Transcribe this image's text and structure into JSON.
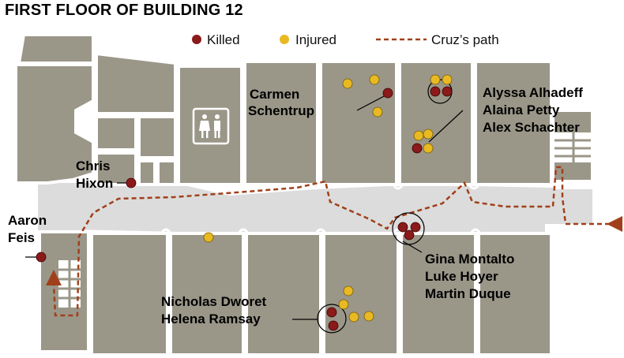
{
  "title": "FIRST FLOOR OF BUILDING 12",
  "legend": {
    "killed": "Killed",
    "injured": "Injured",
    "path": "Cruz’s path"
  },
  "colors": {
    "killed": "#8b1a1a",
    "injured": "#e8b923",
    "path": "#a0401a",
    "room": "#9a9789",
    "corridor": "#dcdcdc",
    "wall": "#ffffff"
  },
  "icons": {
    "restroom": "restroom-icon",
    "stairs": "stairs-icon",
    "entry": "entry-arrow-icon"
  },
  "victims": {
    "carmen": [
      "Carmen",
      "Schentrup"
    ],
    "alyssa": [
      "Alyssa Alhadeff",
      "Alaina Petty",
      "Alex Schachter"
    ],
    "chris": [
      "Chris",
      "Hixon"
    ],
    "aaron": [
      "Aaron",
      "Feis"
    ],
    "gina": [
      "Gina Montalto",
      "Luke Hoyer",
      "Martin Duque"
    ],
    "nicholas": [
      "Nicholas Dworet",
      "Helena Ramsay"
    ]
  }
}
